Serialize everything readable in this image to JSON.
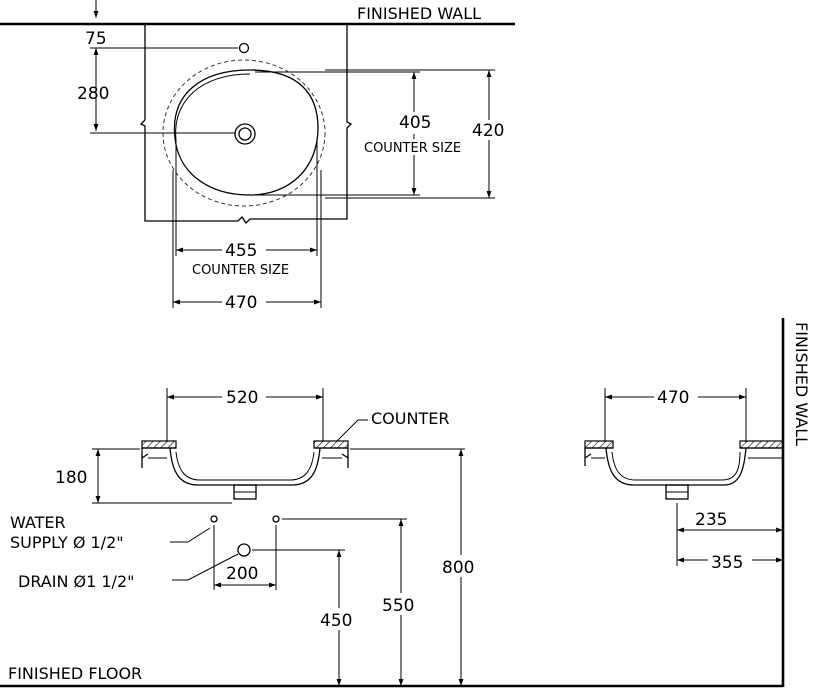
{
  "labels": {
    "finished_wall_top": "FINISHED  WALL",
    "finished_wall_side": "FINISHED  WALL",
    "finished_floor": "FINISHED  FLOOR",
    "counter": "COUNTER",
    "counter_size_h": "COUNTER SIZE",
    "counter_size_v": "COUNTER SIZE",
    "water_supply_line1": "WATER",
    "water_supply_line2": "SUPPLY Ø 1/2\"",
    "drain": "DRAIN  Ø1 1/2\""
  },
  "plan_view": {
    "dim_tap_offset": "75",
    "dim_drain_from_wall": "280",
    "dim_counter_depth": "405",
    "dim_basin_depth": "420",
    "dim_counter_width": "455",
    "dim_basin_width": "470"
  },
  "front_view": {
    "dim_overall_width": "520",
    "dim_basin_height": "180",
    "dim_supply_spacing": "200",
    "dim_drain_height": "450",
    "dim_supply_height": "550",
    "dim_counter_height": "800"
  },
  "side_view": {
    "dim_basin_width": "470",
    "dim_drain_from_wall": "235",
    "dim_basin_from_wall": "355"
  }
}
